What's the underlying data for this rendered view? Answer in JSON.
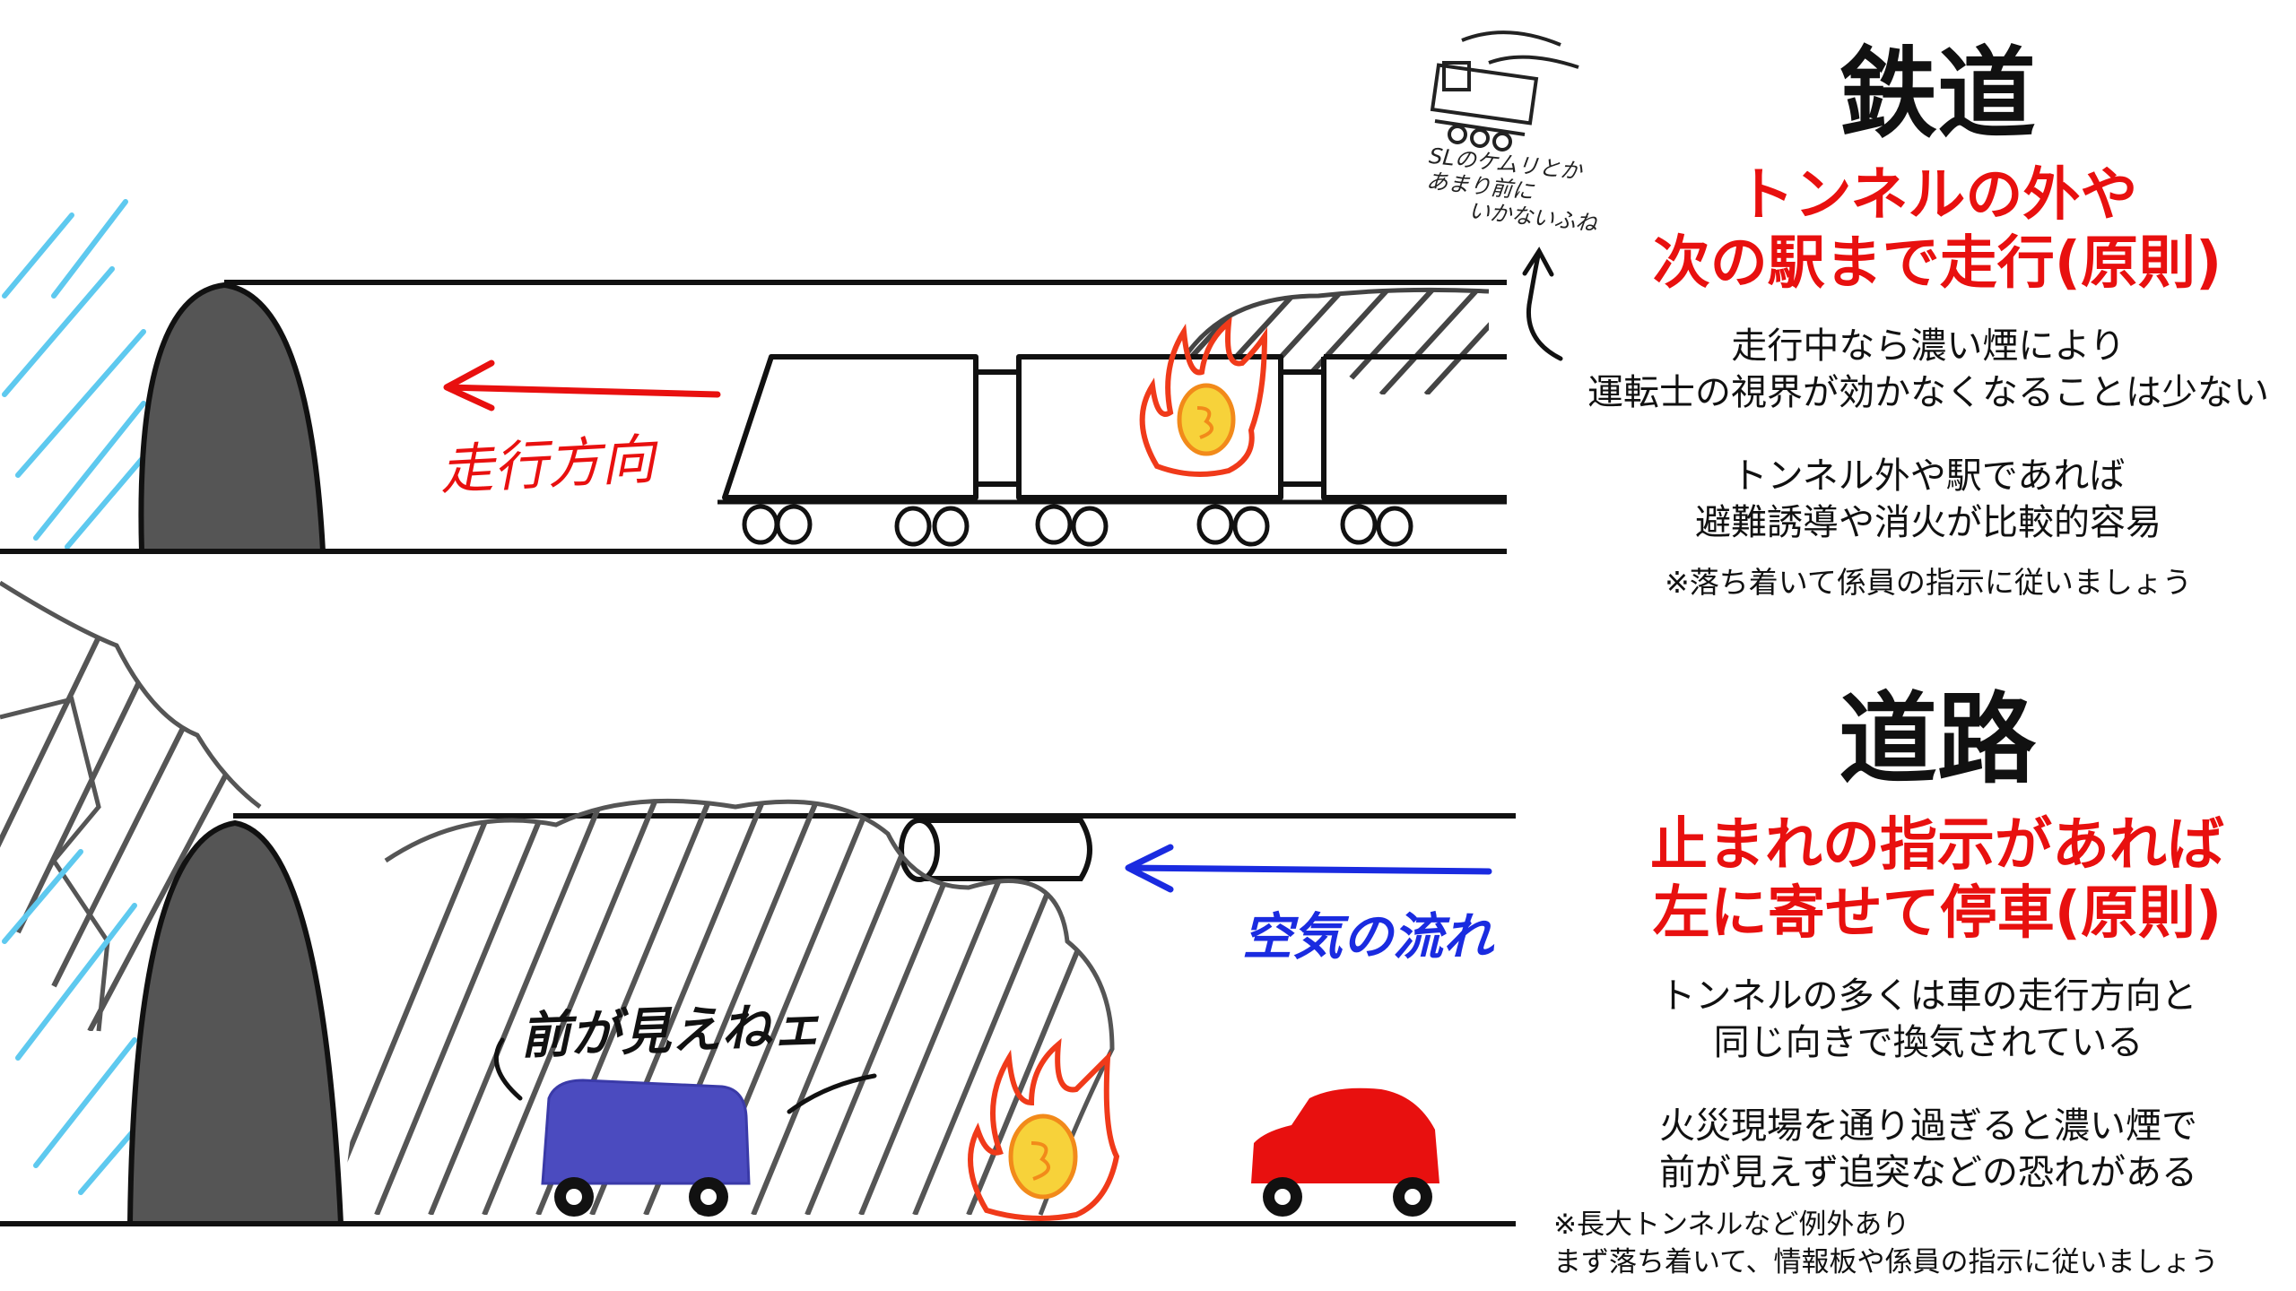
{
  "railway": {
    "heading": "鉄道",
    "rule_lines": [
      "トンネルの外や",
      "次の駅まで走行(原則)"
    ],
    "para1": [
      "走行中なら濃い煙により",
      "運転士の視界が効かなくなることは少ない"
    ],
    "para2": [
      "トンネル外や駅であれば",
      "避難誘導や消火が比較的容易"
    ],
    "note": "※落ち着いて係員の指示に従いましょう",
    "arrow_label": "走行方向",
    "sl_note": [
      "SLのケムリとか",
      "あまり前に",
      "いかないふね"
    ]
  },
  "road": {
    "heading": "道路",
    "rule_lines": [
      "止まれの指示があれば",
      "左に寄せて停車(原則)"
    ],
    "para1": [
      "トンネルの多くは車の走行方向と",
      "同じ向きで換気されている"
    ],
    "para2": [
      "火災現場を通り過ぎると濃い煙で",
      "前が見えず追突などの恐れがある"
    ],
    "note_lines": [
      "※長大トンネルなど例外あり",
      "まず落ち着いて、情報板や係員の指示に従いましょう"
    ],
    "airflow_label": "空気の流れ",
    "speech": "前が見えねェ"
  },
  "colors": {
    "accent_red": "#e8100f",
    "airflow_blue": "#1a2be0",
    "rain_cyan": "#5ec9ef",
    "van_blue": "#4b4bbf",
    "car_red": "#e8100f",
    "tunnel_gray": "#555555"
  },
  "icons": [
    "steam-locomotive-icon",
    "fire-icon",
    "van-icon",
    "car-icon"
  ]
}
